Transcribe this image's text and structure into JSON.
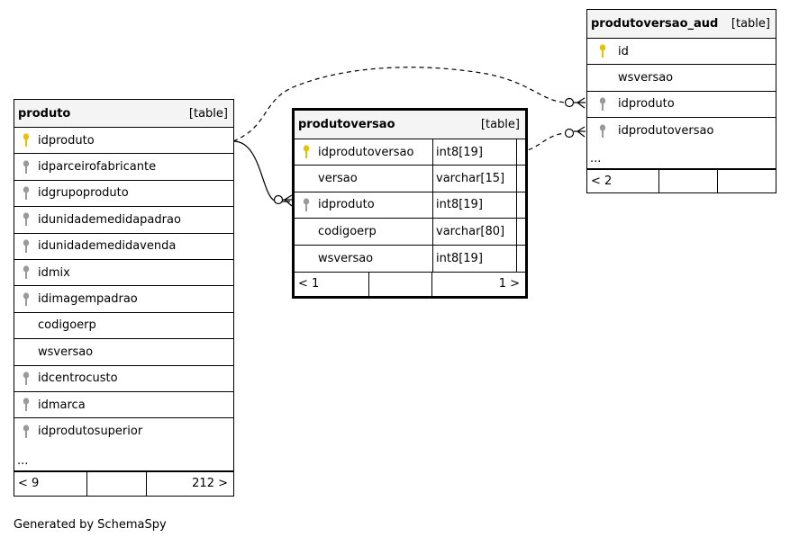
{
  "produto": {
    "name": "produto",
    "type": "[table]",
    "columns": [
      {
        "name": "idproduto",
        "key": "primary"
      },
      {
        "name": "idparceirofabricante",
        "key": "foreign"
      },
      {
        "name": "idgrupoproduto",
        "key": "foreign"
      },
      {
        "name": "idunidademedidapadrao",
        "key": "foreign"
      },
      {
        "name": "idunidademedidavenda",
        "key": "foreign"
      },
      {
        "name": "idmix",
        "key": "foreign"
      },
      {
        "name": "idimagempadrao",
        "key": "foreign"
      },
      {
        "name": "codigoerp",
        "key": "none"
      },
      {
        "name": "wsversao",
        "key": "none"
      },
      {
        "name": "idcentrocusto",
        "key": "foreign"
      },
      {
        "name": "idmarca",
        "key": "foreign"
      },
      {
        "name": "idprodutosuperior",
        "key": "foreign"
      }
    ],
    "more": "...",
    "footer_left": "< 9",
    "footer_right": "212 >"
  },
  "produtoversao": {
    "name": "produtoversao",
    "type": "[table]",
    "columns": [
      {
        "name": "idprodutoversao",
        "type": "int8[19]",
        "key": "primary"
      },
      {
        "name": "versao",
        "type": "varchar[15]",
        "key": "none"
      },
      {
        "name": "idproduto",
        "type": "int8[19]",
        "key": "foreign"
      },
      {
        "name": "codigoerp",
        "type": "varchar[80]",
        "key": "none"
      },
      {
        "name": "wsversao",
        "type": "int8[19]",
        "key": "none"
      }
    ],
    "footer_left": "< 1",
    "footer_right": "1 >"
  },
  "produtoversao_aud": {
    "name": "produtoversao_aud",
    "type": "[table]",
    "columns": [
      {
        "name": "id",
        "key": "primary"
      },
      {
        "name": "wsversao",
        "key": "none"
      },
      {
        "name": "idproduto",
        "key": "foreign"
      },
      {
        "name": "idprodutoversao",
        "key": "foreign"
      }
    ],
    "more": "...",
    "footer_left": "< 2"
  },
  "credits": "Generated by SchemaSpy",
  "colors": {
    "primary_key": "#e6c200",
    "foreign_key": "#9a9a9a"
  }
}
